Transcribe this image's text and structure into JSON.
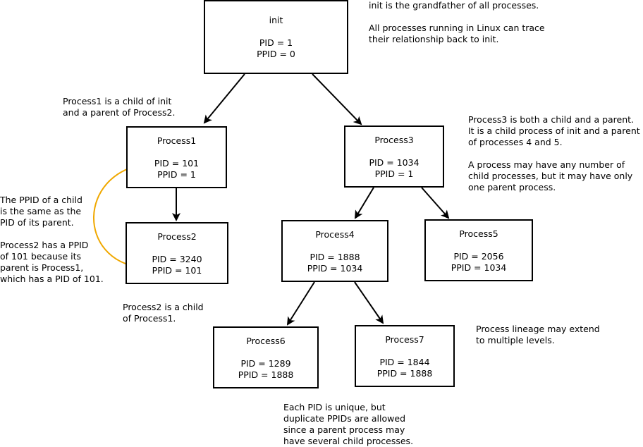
{
  "nodes": {
    "init": {
      "name": "init",
      "pid": "PID = 1",
      "ppid": "PPID = 0"
    },
    "process1": {
      "name": "Process1",
      "pid": "PID = 101",
      "ppid": "PPID = 1"
    },
    "process2": {
      "name": "Process2",
      "pid": "PID = 3240",
      "ppid": "PPID = 101"
    },
    "process3": {
      "name": "Process3",
      "pid": "PID = 1034",
      "ppid": "PPID = 1"
    },
    "process4": {
      "name": "Process4",
      "pid": "PID = 1888",
      "ppid": "PPID = 1034"
    },
    "process5": {
      "name": "Process5",
      "pid": "PID = 2056",
      "ppid": "PPID = 1034"
    },
    "process6": {
      "name": "Process6",
      "pid": "PID = 1289",
      "ppid": "PPID = 1888"
    },
    "process7": {
      "name": "Process7",
      "pid": "PID = 1844",
      "ppid": "PPID = 1888"
    }
  },
  "notes": {
    "init_grandfather": "init is the grandfather of all processes.\n\nAll processes running in Linux can trace\ntheir relationship back to init.",
    "process1_note": "Process1 is a child of init\nand a parent of Process2.",
    "process3_note": "Process3 is both a child and a parent.\nIt is a child process of init and a parent\nof processes 4 and 5.\n\nA process may have any number of\nchild processes, but it may have only\none parent process.",
    "ppid_note": "The PPID of a child\nis the same as the\nPID of its parent.\n\nProcess2 has a PPID\nof 101 because its\nparent is Process1,\nwhich has a PID of 101.",
    "process2_note": "Process2 is a child\nof Process1.",
    "lineage_note": "Process lineage may extend\nto multiple levels.",
    "unique_note": "Each PID is unique, but\nduplicate PPIDs are allowed\nsince a parent process may\nhave several child processes."
  },
  "colors": {
    "highlight": "#f0a800",
    "line": "#000000"
  }
}
